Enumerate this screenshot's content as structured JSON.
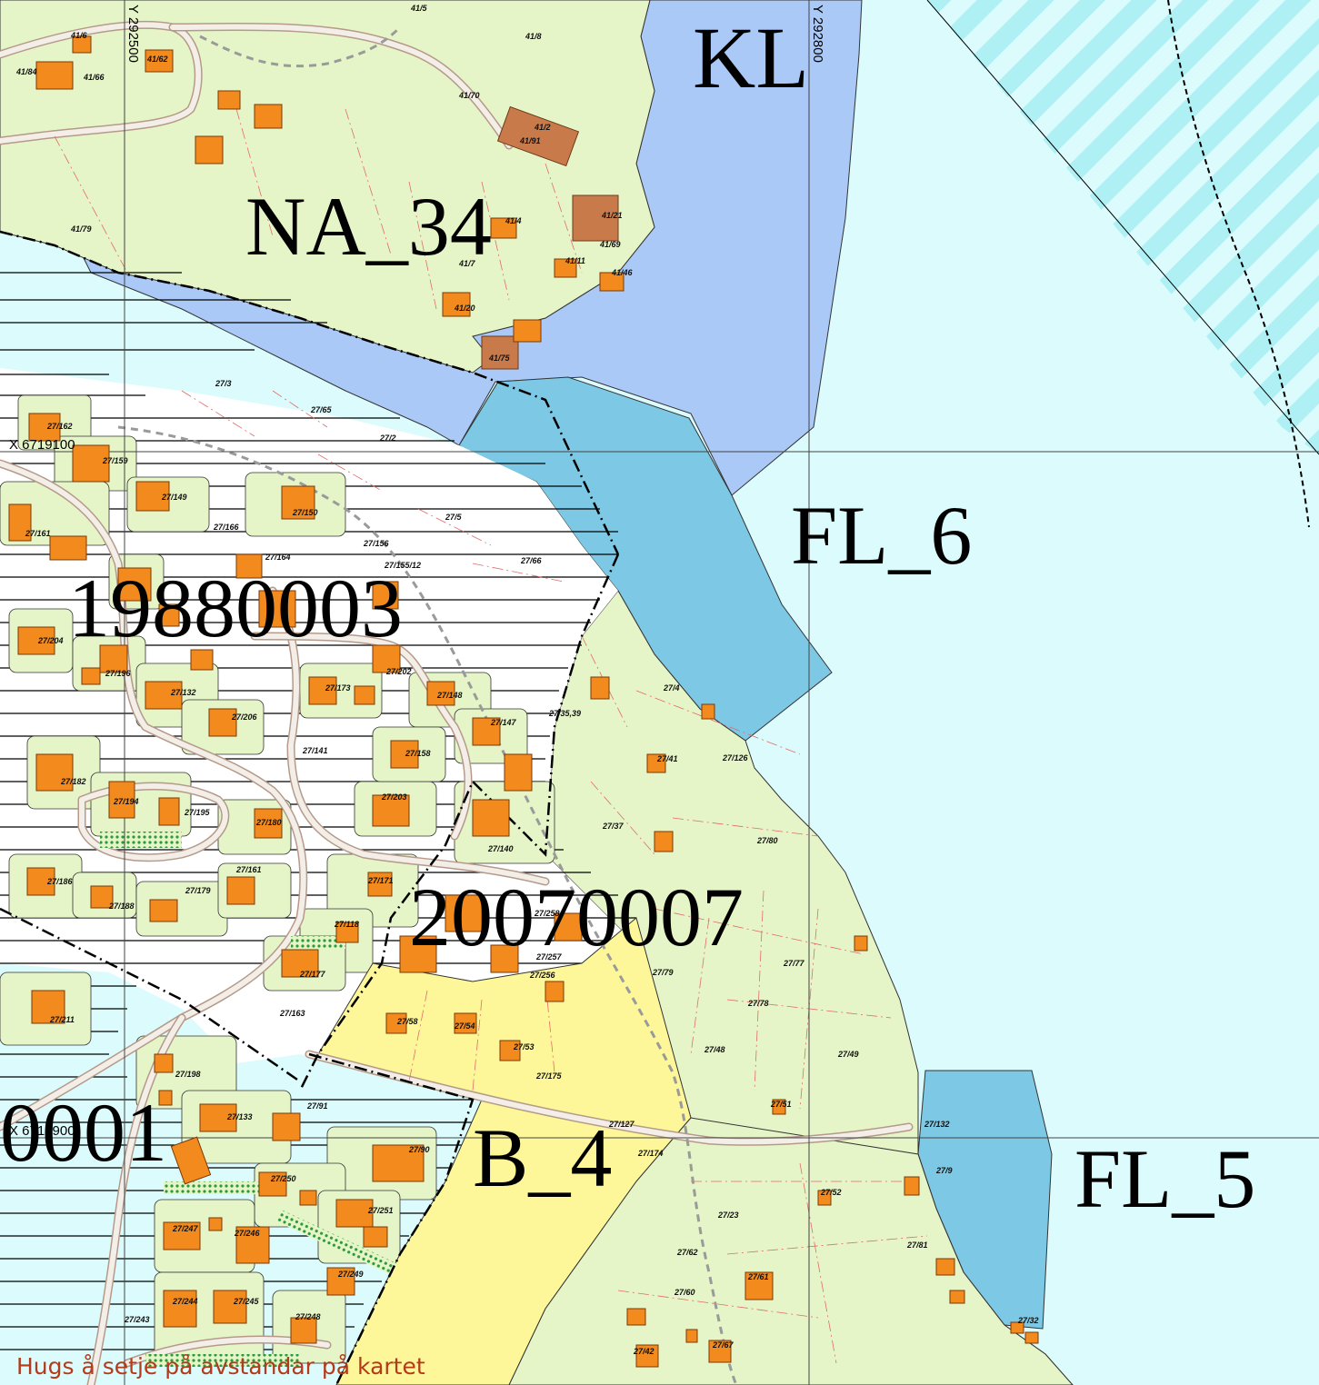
{
  "map": {
    "colors": {
      "residential_green": "#e6f5c8",
      "bustad_yellow": "#fdf79a",
      "sea_light": "#dcfbfd",
      "sea_blue_kl": "#aac9f7",
      "harbour_cyan": "#7dc8e5",
      "building_orange": "#f28a1e",
      "building_brown": "#c97a4a",
      "road": "#b59a8a",
      "note_text": "#b33a1a"
    },
    "zones": [
      {
        "id": "NA_34",
        "label": "NA_34"
      },
      {
        "id": "KL",
        "label": "KL"
      },
      {
        "id": "FL_6",
        "label": "FL_6"
      },
      {
        "id": "FL_5",
        "label": "FL_5"
      },
      {
        "id": "B_4",
        "label": "B_4"
      },
      {
        "id": "plan_1988",
        "label": "19880003"
      },
      {
        "id": "plan_2007",
        "label": "20070007"
      },
      {
        "id": "plan_0001",
        "label": "0001"
      }
    ],
    "coords": {
      "y_left": "Y 292500",
      "y_right": "Y 292800",
      "x_top": "X 6719100",
      "x_bottom": "X 6718900"
    },
    "parcels": [
      "41/5",
      "41/6",
      "41/84",
      "41/66",
      "41/62",
      "41/8",
      "41/70",
      "41/2",
      "41/91",
      "41/21",
      "41/69",
      "41/11",
      "41/46",
      "41/4",
      "41/7",
      "41/20",
      "41/75",
      "41/79",
      "27/3",
      "27/65",
      "27/2",
      "27/162",
      "27/159",
      "27/149",
      "27/166",
      "27/150",
      "27/5",
      "27/156",
      "27/164",
      "27/155/12",
      "27/66",
      "27/161",
      "27/204",
      "27/196",
      "27/132",
      "27/206",
      "27/173",
      "27/202",
      "27/148",
      "27/147",
      "27/4",
      "27/35,39",
      "27/41",
      "27/126",
      "27/141",
      "27/158",
      "27/182",
      "27/194",
      "27/195",
      "27/180",
      "27/203",
      "27/140",
      "27/37",
      "27/80",
      "27/186",
      "27/188",
      "27/179",
      "27/161",
      "27/171",
      "27/118",
      "27/258",
      "27/257",
      "27/256",
      "27/77",
      "27/79",
      "27/78",
      "27/177",
      "27/211",
      "27/163",
      "27/58",
      "27/54",
      "27/53",
      "27/48",
      "27/49",
      "27/175",
      "27/198",
      "27/91",
      "27/133",
      "27/127",
      "27/174",
      "27/51",
      "27/132",
      "27/9",
      "27/90",
      "27/250",
      "27/52",
      "27/251",
      "27/247",
      "27/246",
      "27/23",
      "27/81",
      "27/62",
      "27/249",
      "27/61",
      "27/245",
      "27/244",
      "27/243",
      "27/248",
      "27/60",
      "27/67",
      "27/42",
      "27/32"
    ],
    "note": "Hugs å setje på avstandar på kartet"
  }
}
